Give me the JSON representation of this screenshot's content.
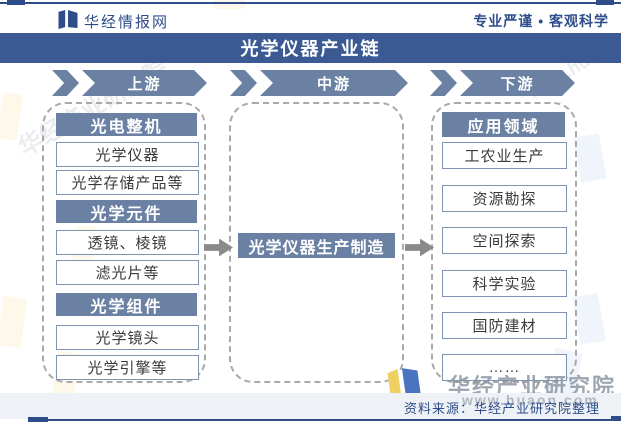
{
  "header": {
    "brand": "华经情报网",
    "tagline": "专业严谨 • 客观科学"
  },
  "title": "光学仪器产业链",
  "columns": [
    {
      "stage": "上游",
      "rows": [
        {
          "type": "header",
          "label": "光电整机"
        },
        {
          "type": "item",
          "label": "光学仪器"
        },
        {
          "type": "item",
          "label": "光学存储产品等"
        },
        {
          "type": "header",
          "label": "光学元件"
        },
        {
          "type": "item",
          "label": "透镜、棱镜"
        },
        {
          "type": "item",
          "label": "滤光片等"
        },
        {
          "type": "header",
          "label": "光学组件"
        },
        {
          "type": "item",
          "label": "光学镜头"
        },
        {
          "type": "item",
          "label": "光学引擎等"
        }
      ]
    },
    {
      "stage": "中游",
      "node": "光学仪器生产制造"
    },
    {
      "stage": "下游",
      "rows": [
        {
          "type": "header",
          "label": "应用领域"
        },
        {
          "type": "item",
          "label": "工农业生产"
        },
        {
          "type": "item",
          "label": "资源勘探"
        },
        {
          "type": "item",
          "label": "空间探索"
        },
        {
          "type": "item",
          "label": "科学实验"
        },
        {
          "type": "item",
          "label": "国防建材"
        },
        {
          "type": "item",
          "label": "……"
        }
      ]
    }
  ],
  "footer": {
    "source": "资料来源：华经产业研究院整理"
  },
  "watermark": {
    "name": "华经产业研究院",
    "url": "www.huaon.com"
  },
  "colors": {
    "accent": "#2e4d8a",
    "title_bar": "#3b5a94",
    "band": "#6b81a4",
    "item_border": "#7e93b2",
    "arrow_gray": "#8a8a8a",
    "footer_bg": "#eef1f6"
  }
}
